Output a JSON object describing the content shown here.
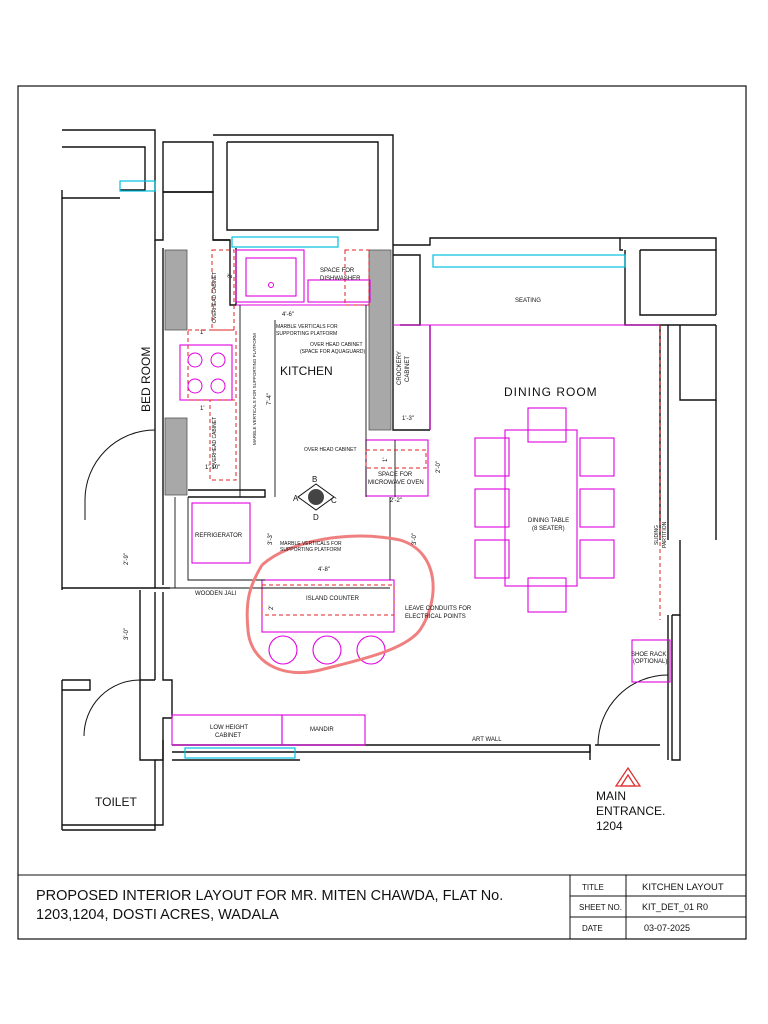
{
  "rooms": {
    "kitchen": "KITCHEN",
    "bed_room": "BED ROOM",
    "dining_room": "DINING ROOM",
    "toilet": "TOILET"
  },
  "labels": {
    "space_dishwasher_1": "SPACE FOR",
    "space_dishwasher_2": "DISHWASHER",
    "seating": "SEATING",
    "marble_verticals_1": "MARBLE VERTICALS FOR",
    "marble_verticals_2": "SUPPORTING PLATFORM",
    "overhead_aquaguard_1": "OVER HEAD CABINET",
    "overhead_aquaguard_2": "(SPACE FOR AQUAGUARD)",
    "overhead_cabinet_vert": "OVERHEAD CABINET",
    "marble_vert_side": "MARBLE VERTICALS FOR SUPPORTING PLATFORM",
    "crockery_1": "CROCKERY",
    "crockery_2": "CABINET",
    "over_head_cabinet": "OVER HEAD CABINET",
    "microwave_1": "SPACE FOR",
    "microwave_2": "MICROWAVE OVEN",
    "refrigerator": "REFRIGERATOR",
    "marble_island_1": "MARBLE VERTICALS FOR",
    "marble_island_2": "SUPPORTING PLATFORM",
    "island_counter": "ISLAND COUNTER",
    "conduits_1": "LEAVE CONDUITS FOR",
    "conduits_2": "ELECTRICAL POINTS",
    "wooden_jali": "WOODEN JALI",
    "dining_table_1": "DINING TABLE",
    "dining_table_2": "(8 SEATER)",
    "sliding_partition_1": "SLIDING",
    "sliding_partition_2": "PARTITION",
    "shoe_rack_1": "SHOE RACK",
    "shoe_rack_2": "(OPTIONAL)",
    "low_height_1": "LOW HEIGHT",
    "low_height_2": "CABINET",
    "mandir": "MANDIR",
    "art_wall": "ART WALL",
    "main_entrance_1": "MAIN",
    "main_entrance_2": "ENTRANCE.",
    "main_entrance_3": "1204",
    "view_a": "A",
    "view_b": "B",
    "view_c": "C",
    "view_d": "D"
  },
  "dimensions": {
    "d_2": "2'",
    "d_4_6": "4'-6\"",
    "d_1a": "1'",
    "d_1b": "1'",
    "d_7_4": "7'-4\"",
    "d_1_10": "1'-10\"",
    "d_1_3": "1'-3\"",
    "d_2_0": "2'-0\"",
    "d_1c": "1'",
    "d_2_2": "2'-2\"",
    "d_3_3": "3'-3\"",
    "d_3_0": "3'-0\"",
    "d_4_8": "4'-8\"",
    "d_2b": "2'",
    "d_2_9": "2'-9\"",
    "d_3_0b": "3'-0\""
  },
  "title_block": {
    "project_line1": "PROPOSED INTERIOR LAYOUT FOR MR. MITEN CHAWDA, FLAT No.",
    "project_line2": "1203,1204, DOSTI ACRES, WADALA",
    "title_label": "TITLE",
    "title_value": "KITCHEN LAYOUT",
    "sheet_label": "SHEET NO.",
    "sheet_value": "KIT_DET_01 R0",
    "date_label": "DATE",
    "date_value": "03-07-2025"
  },
  "colors": {
    "wall": "#111111",
    "furniture": "#e000e0",
    "dashed": "#e02020",
    "window": "#00c0e0",
    "wall_fill": "#a8a8a8",
    "annotation": "#f08080"
  }
}
